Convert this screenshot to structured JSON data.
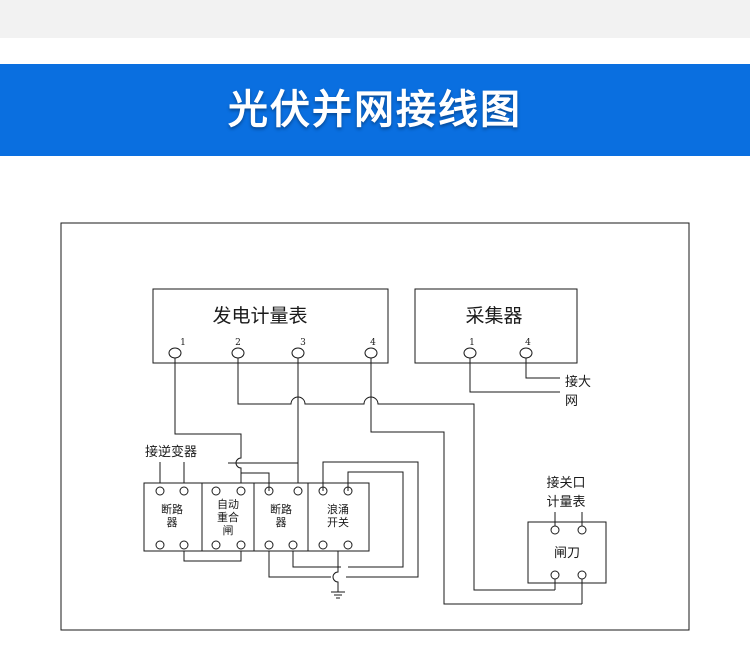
{
  "page": {
    "title": "光伏并网接线图"
  },
  "diagram": {
    "meter_box": {
      "label": "发电计量表",
      "terminals": [
        "1",
        "2",
        "3",
        "4"
      ]
    },
    "collector_box": {
      "label": "采集器",
      "terminals": [
        "1",
        "4"
      ]
    },
    "grid_label_line1": "接大",
    "grid_label_line2": "网",
    "inverter_label": "接逆变器",
    "gateway_meter_line1": "接关口",
    "gateway_meter_line2": "计量表",
    "modules": {
      "breaker_1_line1": "断路",
      "breaker_1_line2": "器",
      "recloser_line1": "自动",
      "recloser_line2": "重合",
      "recloser_line3": "闸",
      "breaker_2_line1": "断路",
      "breaker_2_line2": "器",
      "surge_line1": "浪涌",
      "surge_line2": "开关"
    },
    "knife_switch_label": "闸刀"
  }
}
